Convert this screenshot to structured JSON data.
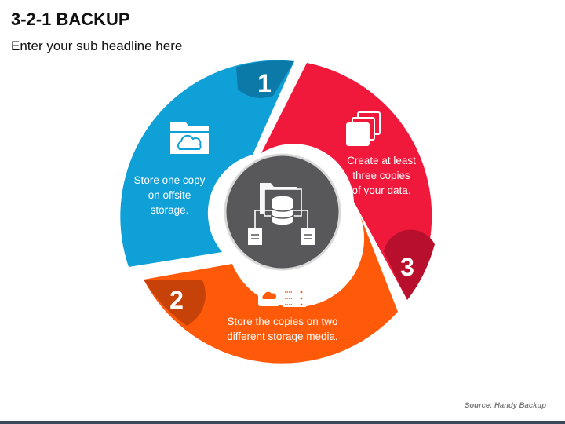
{
  "header": {
    "title": "3-2-1 BACKUP",
    "subtitle": "Enter your sub headline here"
  },
  "segments": [
    {
      "number": "1",
      "lines": [
        "Store one copy",
        "on offsite",
        "storage."
      ],
      "color": "#0fa0d8",
      "tab_color": "#0b7aa8",
      "icon": "cloud-folder-icon"
    },
    {
      "number": "2",
      "lines": [
        "Store the copies on two",
        "different storage media."
      ],
      "color": "#ff5a0a",
      "tab_color": "#c64208",
      "icon": "storage-media-icon"
    },
    {
      "number": "3",
      "lines": [
        "Create at least",
        "three copies",
        "of your data."
      ],
      "color": "#f0193c",
      "tab_color": "#b8102c",
      "icon": "copies-icon"
    }
  ],
  "center": {
    "icon": "database-backup-icon",
    "color": "#58585a"
  },
  "source": "Source: Handy Backup"
}
